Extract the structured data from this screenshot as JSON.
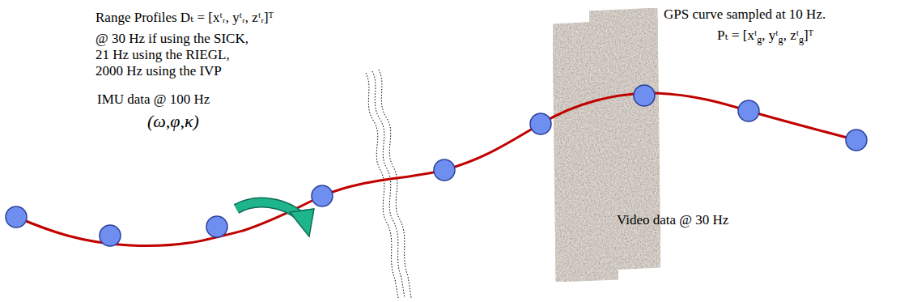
{
  "diagram": {
    "labels": [
      "Range Profiles Dₜ = [xᵗᵣ, yᵗᵣ, zᵗᵣ]ᵀ",
      "@ 30 Hz if using the SICK,",
      "21 Hz using the RIEGL,",
      "2000 Hz using the IVP",
      "IMU data @ 100 Hz",
      "(ω,φ,κ)",
      "GPS curve sampled at 10 Hz.",
      "Pₜ = [xᵗg, yᵗg, zᵗg]ᵀ",
      "Video data @ 30 Hz"
    ]
  }
}
